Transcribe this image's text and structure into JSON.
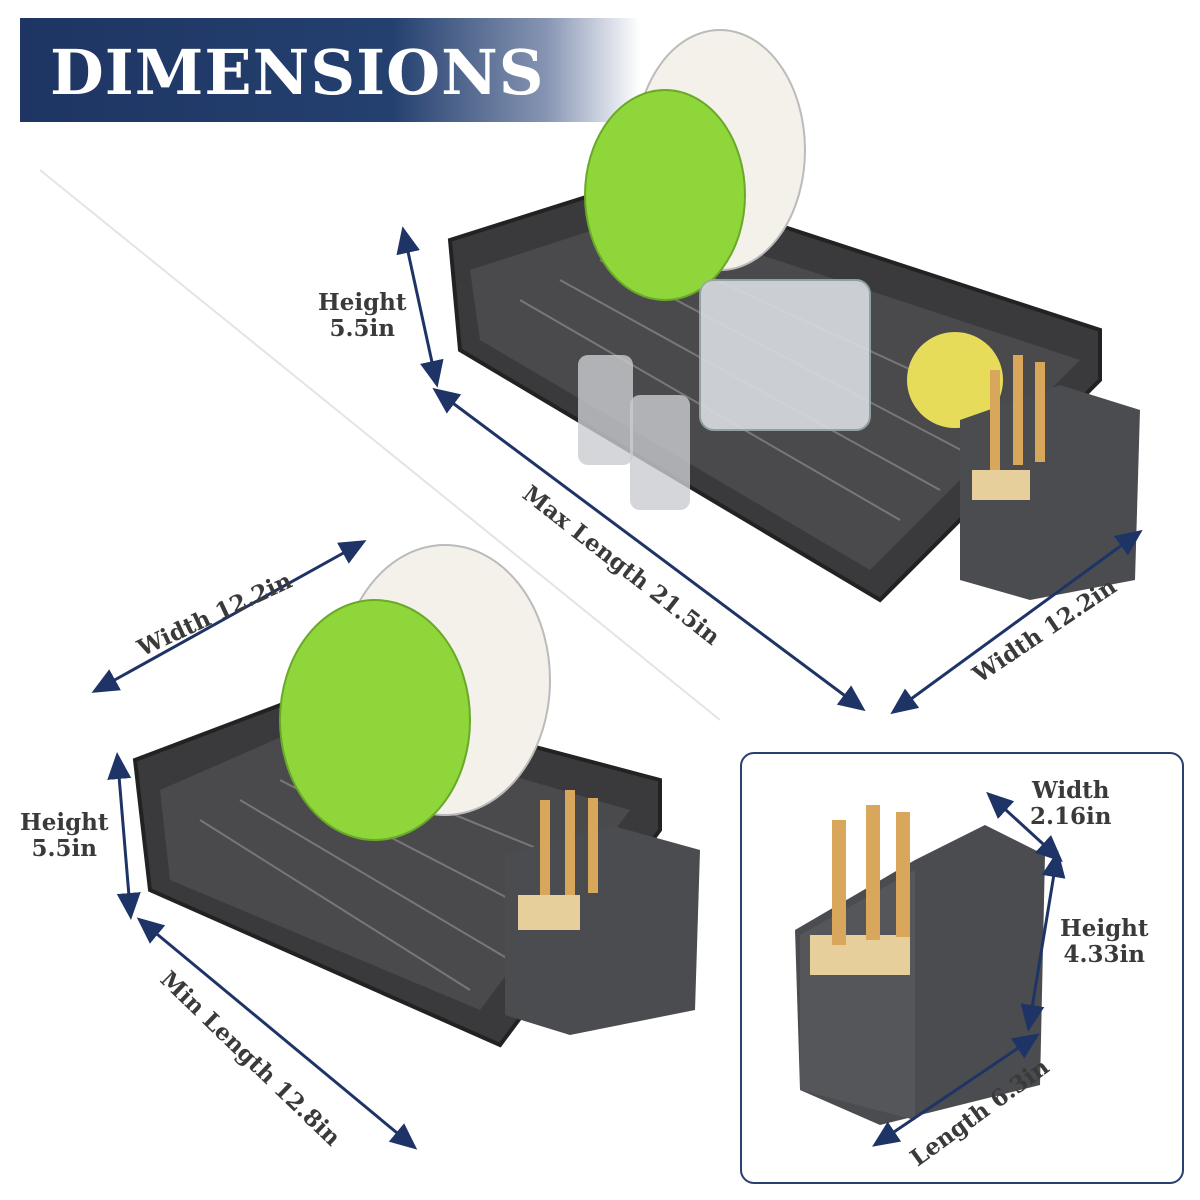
{
  "header": {
    "title": "DIMENSIONS"
  },
  "extended_rack": {
    "height_label": "Height",
    "height_value": "5.5in",
    "length_label": "Max Length 21.5in",
    "width_label": "Width 12.2in"
  },
  "compact_rack": {
    "width_label": "Width 12.2in",
    "height_label": "Height",
    "height_value": "5.5in",
    "length_label": "Min Length 12.8in"
  },
  "utensil_holder": {
    "width_label": "Width",
    "width_value": "2.16in",
    "height_label": "Height",
    "height_value": "4.33in",
    "length_label": "Length 6.3in"
  },
  "colors": {
    "banner": "#1e3563",
    "arrow": "#1f3466",
    "label": "#3a3a3a",
    "plate_green": "#8fd63a",
    "rack": "#2e2e30"
  }
}
